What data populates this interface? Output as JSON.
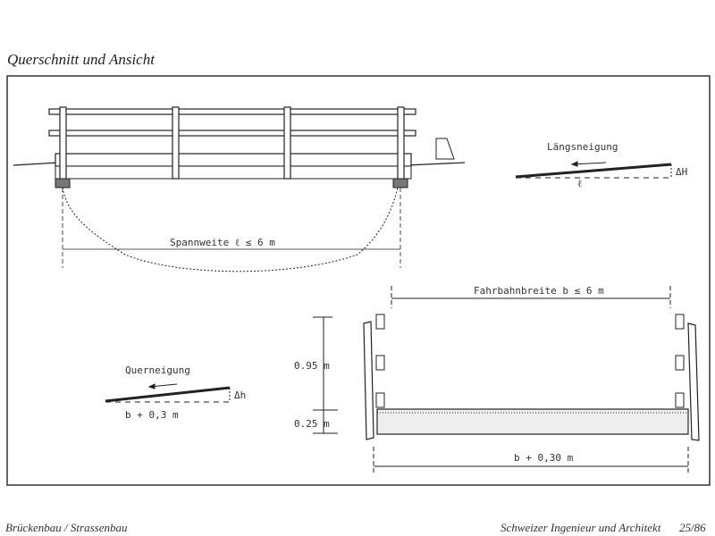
{
  "header": {
    "title": "Querschnitt und Ansicht"
  },
  "drawing": {
    "elevation": {
      "span_label": "Spannweite  ℓ ≤ 6 m"
    },
    "longitudinal_slope": {
      "title": "Längsneigung",
      "length_label": "ℓ",
      "height_label": "ΔH"
    },
    "cross_slope": {
      "title": "Querneigung",
      "height_label": "Δh",
      "width_label": "b + 0,3 m"
    },
    "cross_section": {
      "width_label": "Fahrbahnbreite  b ≤ 6 m",
      "railing_height": "0.95 m",
      "curb_height": "0.25 m",
      "total_width_label": "b + 0,30 m"
    }
  },
  "footer": {
    "left": "Brückenbau / Strassenbau",
    "right": "Schweizer Ingenieur und Architekt",
    "page": "25/86"
  }
}
